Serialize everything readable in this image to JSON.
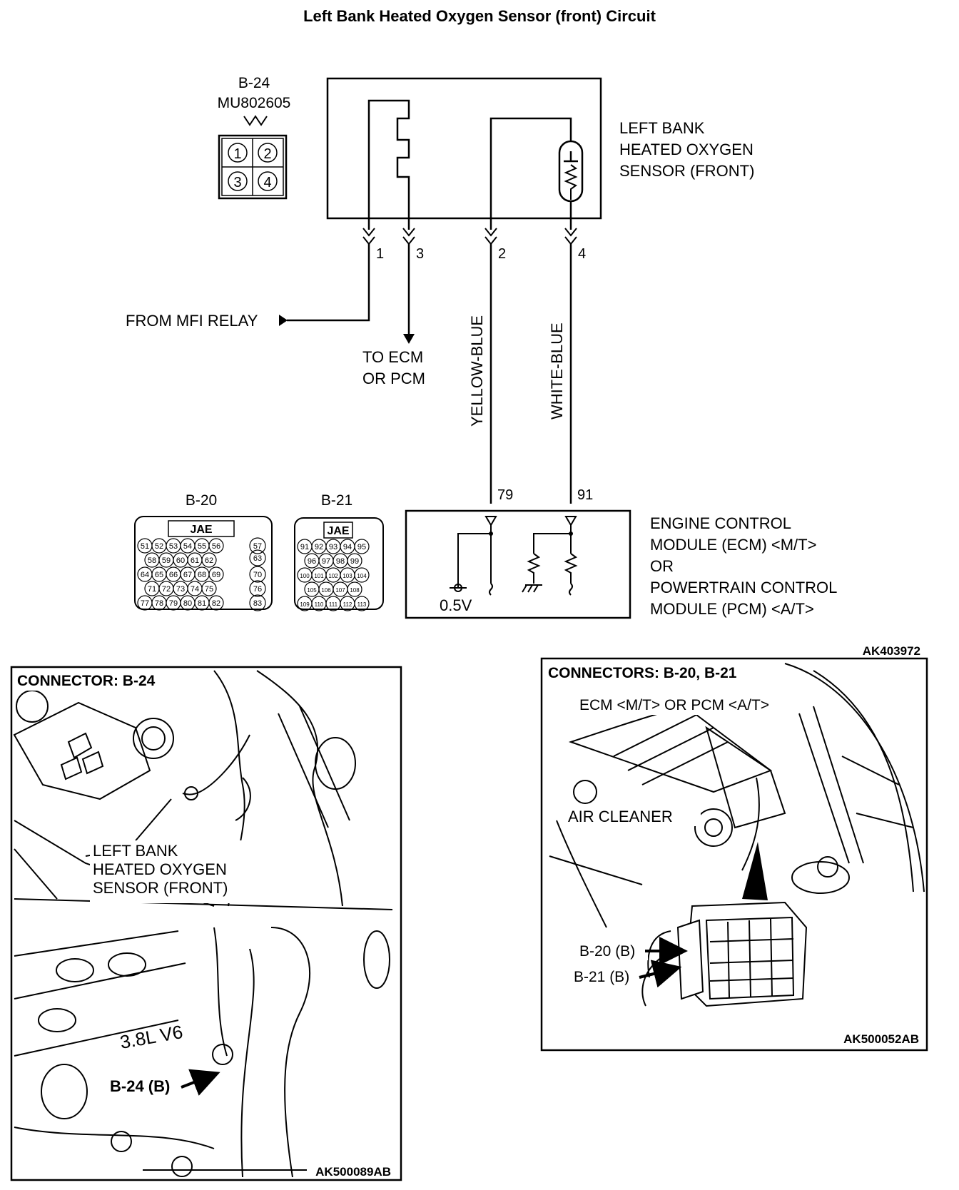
{
  "title": "Left Bank Heated Oxygen Sensor (front) Circuit",
  "schematic": {
    "connector_label": "B-24",
    "connector_part": "MU802605",
    "connector_pins": [
      "1",
      "2",
      "3",
      "4"
    ],
    "sensor_label": [
      "LEFT BANK",
      "HEATED OXYGEN",
      "SENSOR (FRONT)"
    ],
    "pin_numbers": [
      "1",
      "3",
      "2",
      "4"
    ],
    "from_relay": "FROM MFI RELAY",
    "to_ecm": [
      "TO ECM",
      "OR PCM"
    ],
    "wire_yellow": "YELLOW-BLUE",
    "wire_white": "WHITE-BLUE",
    "ecm_pins": [
      "79",
      "91"
    ],
    "voltage": "0.5V",
    "ecm_label": [
      "ENGINE CONTROL",
      "MODULE (ECM) <M/T>",
      "OR",
      "POWERTRAIN CONTROL",
      "MODULE (PCM) <A/T>"
    ],
    "code": "AK403972"
  },
  "connectors": {
    "b20": {
      "label": "B-20",
      "brand": "JAE",
      "rows": [
        [
          "51",
          "52",
          "53",
          "54",
          "55",
          "56"
        ],
        [
          "58",
          "59",
          "60",
          "61",
          "62"
        ],
        [
          "64",
          "65",
          "66",
          "67",
          "68",
          "69"
        ],
        [
          "71",
          "72",
          "73",
          "74",
          "75"
        ],
        [
          "77",
          "78",
          "79",
          "80",
          "81",
          "82"
        ]
      ],
      "side": [
        "57",
        "63",
        "70",
        "76",
        "83"
      ]
    },
    "b21": {
      "label": "B-21",
      "brand": "JAE",
      "rows": [
        [
          "91",
          "92",
          "93",
          "94",
          "95"
        ],
        [
          "96",
          "97",
          "98",
          "99"
        ],
        [
          "100",
          "101",
          "102",
          "103",
          "104"
        ],
        [
          "105",
          "106",
          "107",
          "108"
        ],
        [
          "109",
          "110",
          "111",
          "112",
          "113"
        ]
      ]
    }
  },
  "panel_left": {
    "heading": "CONNECTOR: B-24",
    "sensor_label": [
      "LEFT BANK",
      "HEATED OXYGEN",
      "SENSOR (FRONT)"
    ],
    "engine_text": "3.8L V6",
    "callout": "B-24 (B)",
    "code": "AK500089AB"
  },
  "panel_right": {
    "heading": "CONNECTORS: B-20, B-21",
    "ecm_label": "ECM <M/T> OR PCM <A/T>",
    "air_cleaner": "AIR CLEANER",
    "callout_b20": "B-20 (B)",
    "callout_b21": "B-21 (B)",
    "code": "AK500052AB"
  }
}
